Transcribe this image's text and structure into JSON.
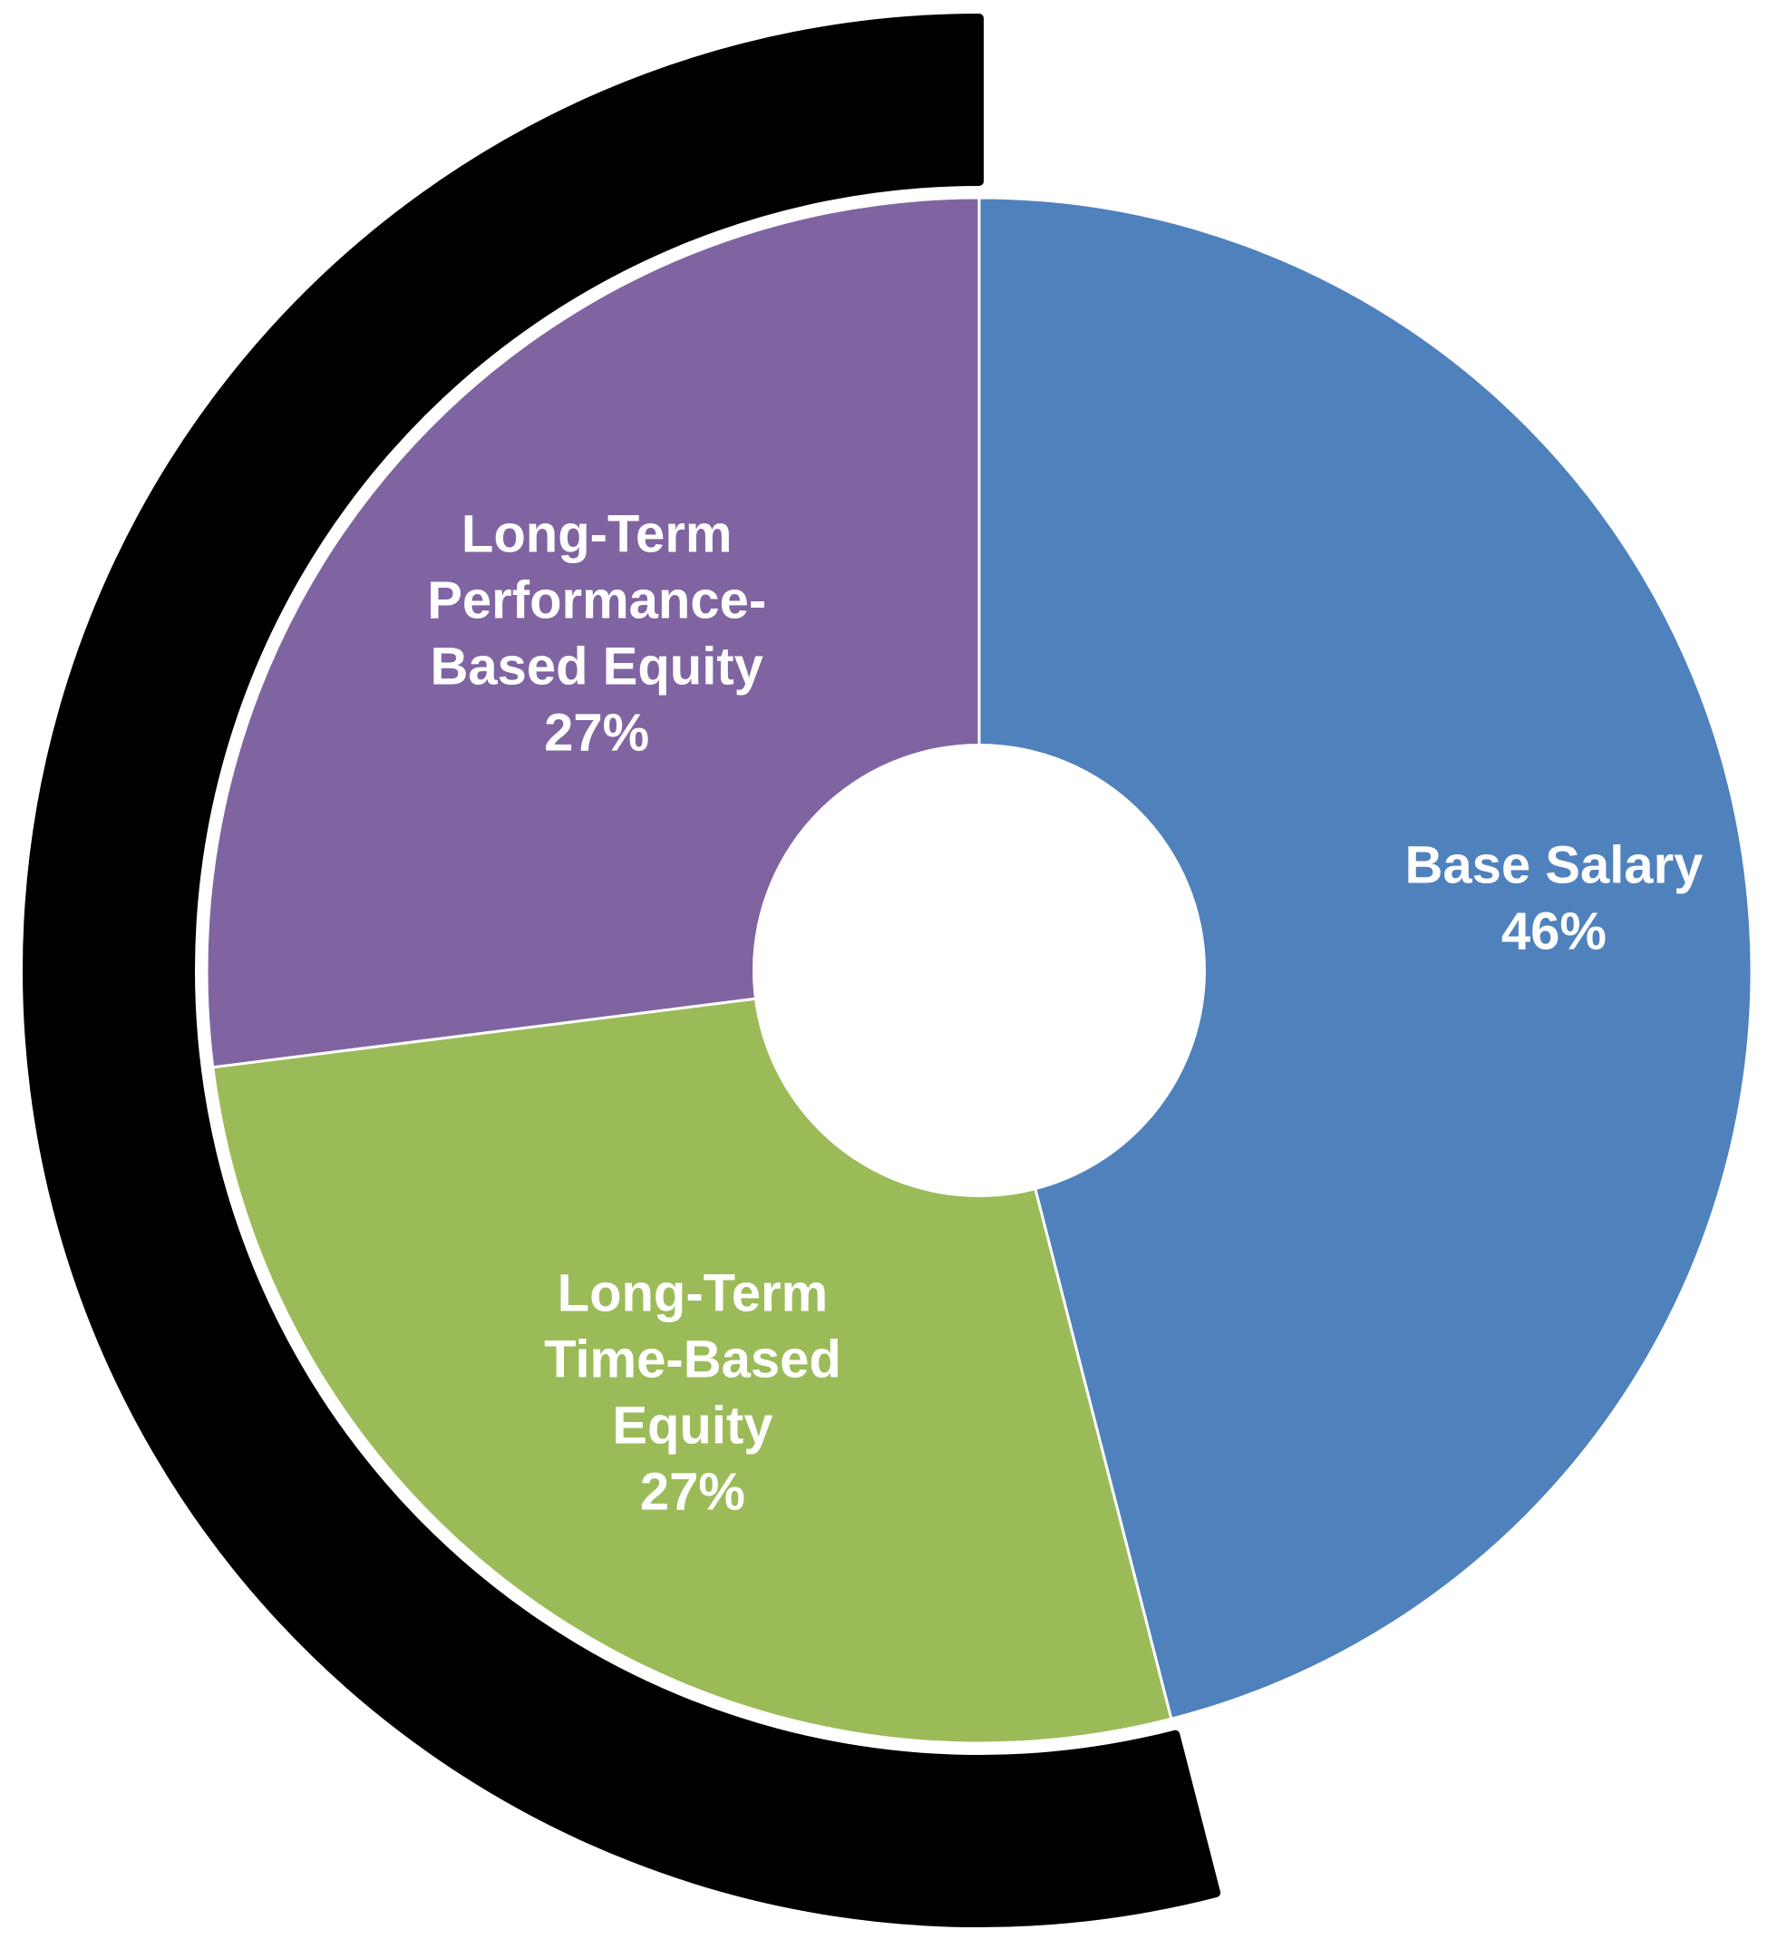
{
  "chart_data": {
    "type": "pie",
    "title": "",
    "slices": [
      {
        "label_lines": [
          "Base Salary"
        ],
        "value": 46,
        "value_label": "46%",
        "color": "#4f81bd"
      },
      {
        "label_lines": [
          "Long-Term",
          "Time-Based",
          "Equity"
        ],
        "value": 27,
        "value_label": "27%",
        "color": "#9bbb59"
      },
      {
        "label_lines": [
          "Long-Term",
          "Performance-",
          "Based Equity"
        ],
        "value": 27,
        "value_label": "27%",
        "color": "#8064a2"
      }
    ],
    "outer_arc": {
      "color": "#000000",
      "covers_slices": [
        1,
        2
      ]
    },
    "inner_hole_color": "#ffffff",
    "legend": "none"
  }
}
